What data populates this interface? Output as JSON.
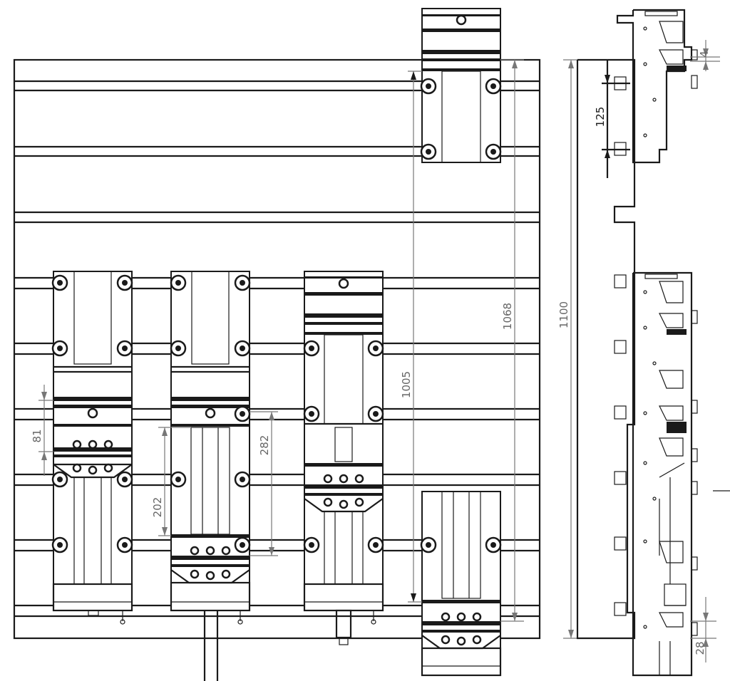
{
  "dimensions": {
    "d1100": "1100",
    "d1068": "1068",
    "d1005": "1005",
    "d282": "282",
    "d202": "202",
    "d81": "81",
    "d125": "125",
    "d4": "4",
    "d28": "28"
  },
  "colors": {
    "line": "#1a1a1a",
    "dimension": "#777777",
    "background": "#ffffff"
  }
}
